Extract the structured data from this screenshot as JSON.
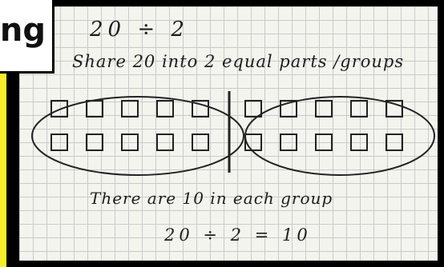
{
  "title": "ng",
  "worksheet": {
    "equation_top": "20 ÷ 2",
    "instruction": "Share 20 into 2 equal parts /groups",
    "result_sentence": "There are 10 in each group",
    "equation_bottom": "20 ÷ 2 = 10"
  },
  "groups": [
    {
      "rows": [
        [
          1,
          1,
          1,
          1,
          1
        ],
        [
          1,
          1,
          1,
          1,
          1
        ]
      ]
    },
    {
      "rows": [
        [
          1,
          1,
          1,
          1,
          1
        ],
        [
          1,
          1,
          1,
          1,
          1
        ]
      ]
    }
  ]
}
